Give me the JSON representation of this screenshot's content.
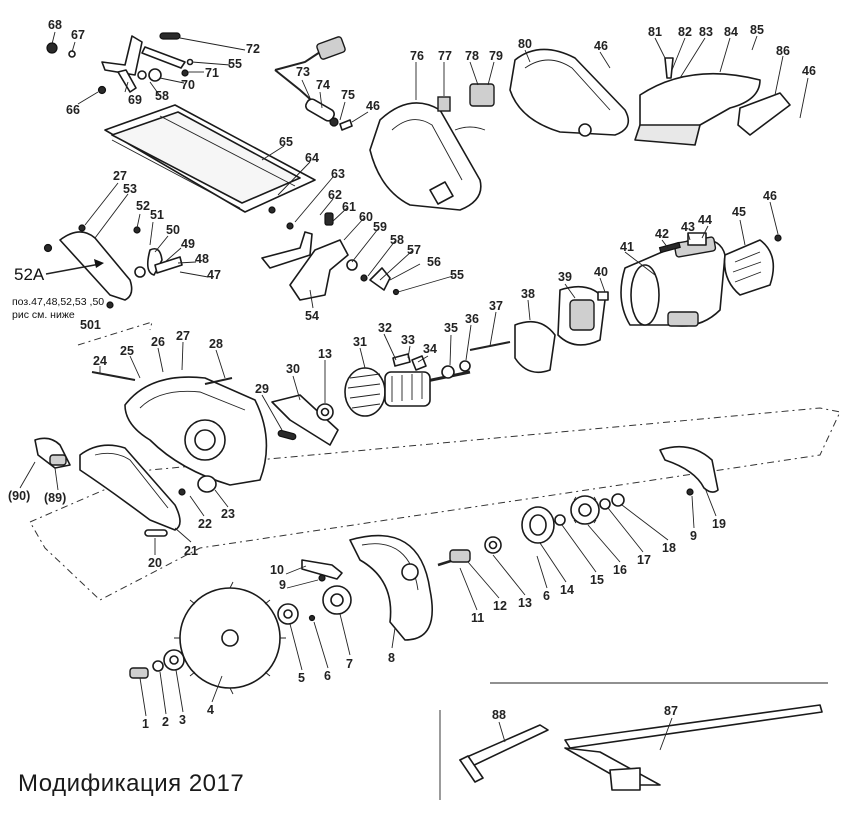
{
  "footer": {
    "title": "Модификация 2017"
  },
  "notes": {
    "sub_assembly_ref": "52A",
    "positions_line1": "поз.47,48,52,53 ,50",
    "positions_line2": "рис см. ниже"
  },
  "callouts": [
    "68",
    "67",
    "66",
    "69",
    "72",
    "55",
    "71",
    "70",
    "58",
    "73",
    "74",
    "75",
    "46",
    "76",
    "77",
    "78",
    "79",
    "80",
    "46",
    "81",
    "82",
    "83",
    "84",
    "85",
    "86",
    "46",
    "65",
    "64",
    "63",
    "62",
    "61",
    "60",
    "59",
    "58",
    "57",
    "56",
    "55",
    "54",
    "27",
    "53",
    "52",
    "51",
    "50",
    "49",
    "48",
    "47",
    "46",
    "42",
    "43",
    "44",
    "45",
    "41",
    "40",
    "39",
    "38",
    "37",
    "36",
    "35",
    "34",
    "33",
    "32",
    "31",
    "13",
    "30",
    "29",
    "28",
    "27",
    "26",
    "25",
    "24",
    "501",
    "(90)",
    "(89)",
    "22",
    "23",
    "21",
    "20",
    "19",
    "9",
    "18",
    "17",
    "16",
    "15",
    "14",
    "6",
    "13",
    "12",
    "11",
    "10",
    "9",
    "8",
    "7",
    "6",
    "5",
    "4",
    "3",
    "2",
    "1",
    "88",
    "87"
  ]
}
